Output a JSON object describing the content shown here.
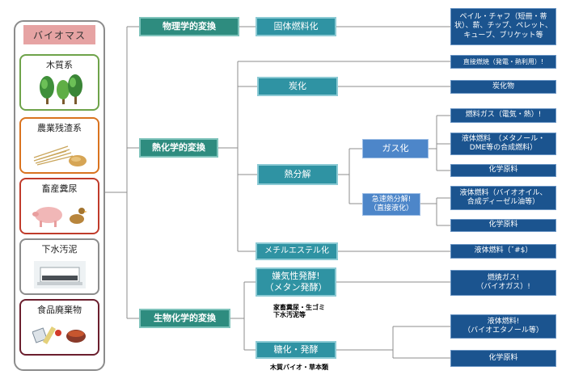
{
  "biomass": {
    "title": "バイオマス",
    "categories": [
      {
        "label": "木質系",
        "border": "#6ea34a",
        "icon": "trees-icon"
      },
      {
        "label": "農業残渣系",
        "border": "#d9731f",
        "icon": "straw-icon"
      },
      {
        "label": "畜産糞尿",
        "border": "#c03b2b",
        "icon": "pig-duck-icon"
      },
      {
        "label": "下水汚泥",
        "border": "#8c8c8c",
        "icon": "sewage-tank-icon"
      },
      {
        "label": "食品廃棄物",
        "border": "#6b1f2e",
        "icon": "food-waste-icon"
      }
    ]
  },
  "conversions": {
    "physical": "物理学的変換",
    "thermochemical": "熱化学的変換",
    "biochemical": "生物化学的変換"
  },
  "processes": {
    "solid_fuel": "固体燃料化",
    "carbonization": "炭化",
    "pyrolysis": "熱分解",
    "methyl_ester": "メチルエステル化",
    "anaerobic": "嫌気性発酵!\n（メタン発酵）",
    "saccharification": "糖化・発酵",
    "gasification": "ガス化",
    "fast_pyrolysis": "急速熱分解!\n（直接液化）"
  },
  "products": {
    "solid": "ペイル・チャフ（短冊・蒂\n状）、薪、チップ、ペレット、\nキューブ、ブリケット等",
    "direct_combustion": "直接燃焼（発電・熱利用）!",
    "charcoal": "炭化物",
    "fuel_gas": "燃料ガス（電気・熱）!",
    "liquid_methanol": "液体燃料　（メタノール・\nDME等の合成燃料）",
    "chem1": "化学原料",
    "bio_oil": "液体燃料（バイオオイル、\n合成ディーゼル油等）",
    "chem2": "化学原料",
    "liquid_fuel": "液体燃料（ˇ#$）",
    "biogas": "燃焼ガス!\n（バイオガス）!",
    "bioethanol": "液体燃料!\n（バイオエタノール等）",
    "chem3": "化学原料"
  },
  "notes": {
    "anaerobic_feed": "家畜糞尿・生ゴミ\n下水汚泥等",
    "sugar_feed": "木質バイオ・草本類"
  },
  "colors": {
    "conversion": "#2e8c7f",
    "process": "#2f93a3",
    "sub_process": "#4d86c9",
    "product": "#1b548f",
    "connector": "#8c8c8c"
  }
}
